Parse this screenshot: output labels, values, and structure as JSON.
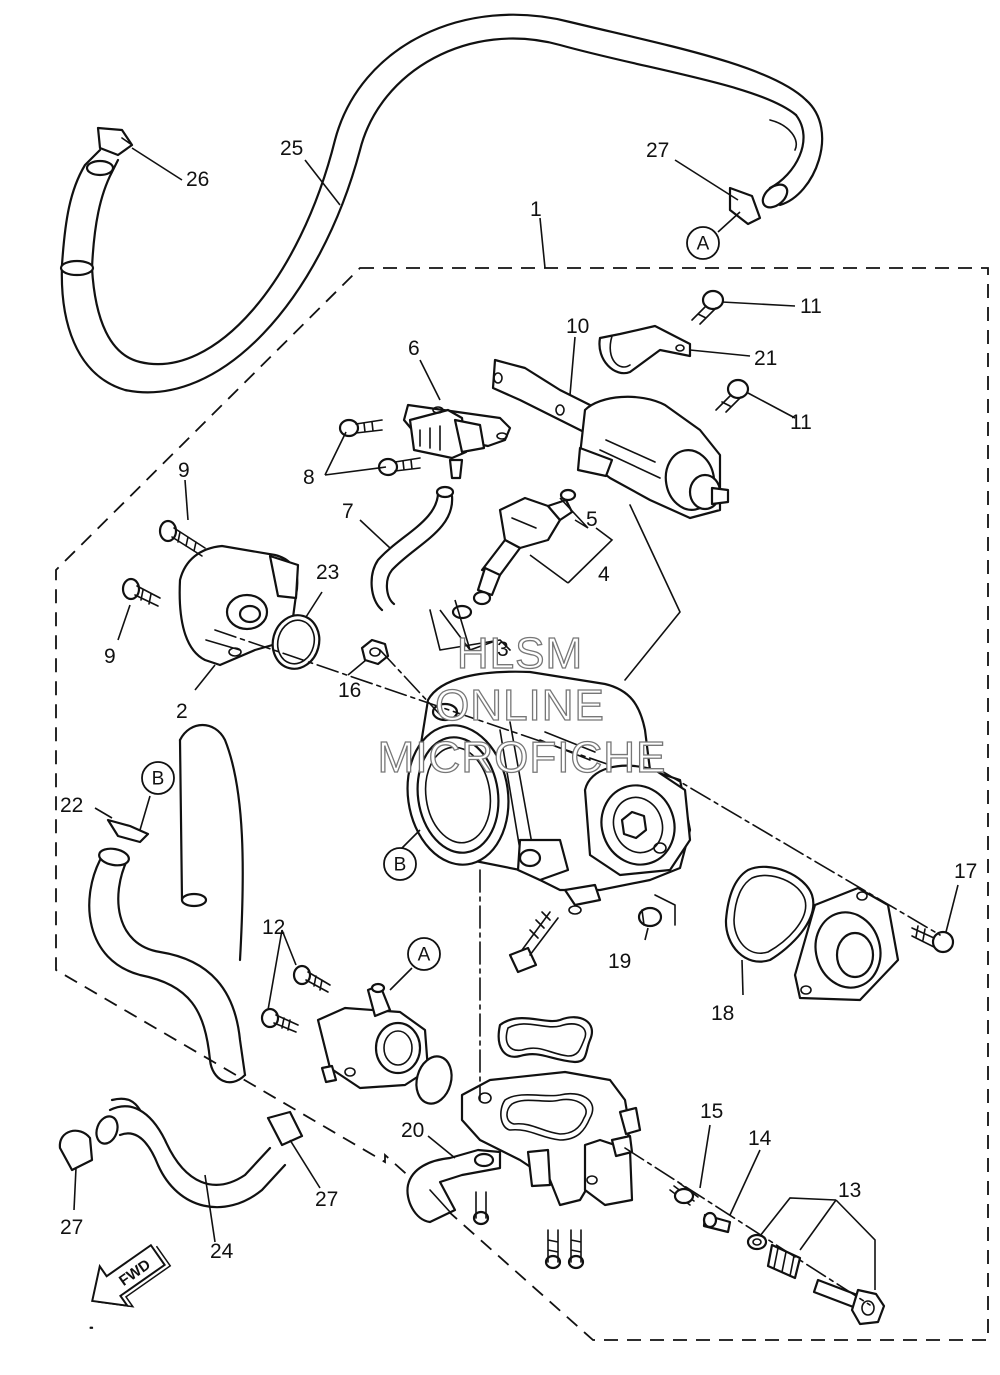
{
  "part_numbers": [
    "1",
    "2",
    "3",
    "4",
    "5",
    "6",
    "7",
    "8",
    "9",
    "9",
    "10",
    "11",
    "11",
    "12",
    "13",
    "14",
    "15",
    "16",
    "17",
    "18",
    "19",
    "20",
    "21",
    "22",
    "23",
    "24",
    "25",
    "26",
    "27",
    "27",
    "27"
  ],
  "callouts": [
    "A",
    "A",
    "B",
    "B"
  ],
  "watermark": [
    "HLSM",
    "ONLINE",
    "MICROFICHE"
  ],
  "fwd_label": "FWD"
}
